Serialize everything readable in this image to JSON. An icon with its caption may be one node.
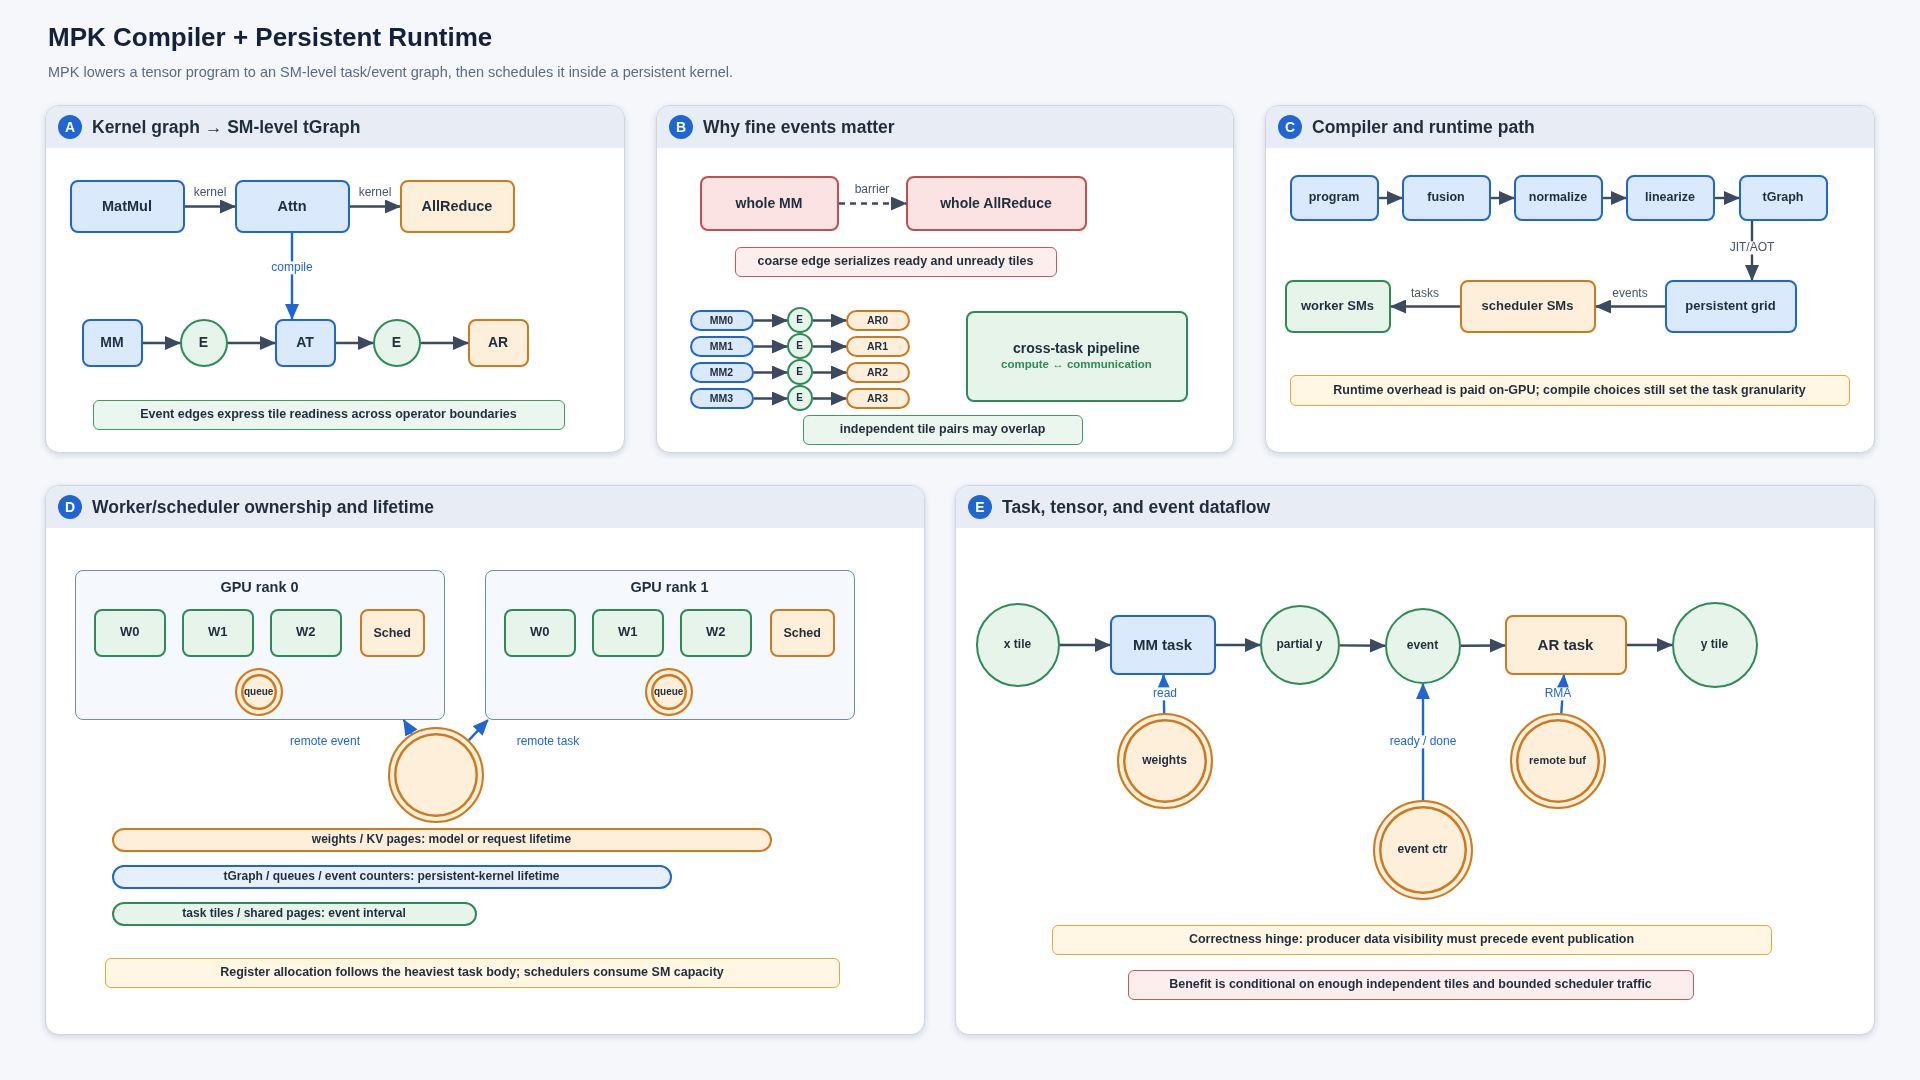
{
  "diagram": {
    "title": "MPK Compiler + Persistent Runtime",
    "nodes": [
      {
        "text": [
          "A",
          "Kernel graph → SM-level tGraph"
        ]
      },
      {
        "text": [
          "MatMul"
        ],
        "in": 0
      },
      {
        "text": [
          "Attn"
        ],
        "in": 0
      },
      {
        "text": [
          "AllReduce"
        ],
        "in": 0
      },
      {
        "text": [
          "MM"
        ],
        "in": 0
      },
      {
        "text": [
          "E"
        ],
        "in": 0
      },
      {
        "text": [
          "AT"
        ],
        "in": 0
      },
      {
        "text": [
          "E"
        ],
        "in": 0
      },
      {
        "text": [
          "AR"
        ],
        "in": 0
      },
      {
        "text": [
          "Event edges express tile readiness across operator boundaries"
        ],
        "in": 0
      },
      {
        "text": [
          "B",
          "Why fine events matter"
        ]
      },
      {
        "text": [
          "whole MM"
        ],
        "in": 10
      },
      {
        "text": [
          "whole AllReduce"
        ],
        "in": 10
      },
      {
        "text": [
          "coarse edge serializes ready and unready tiles"
        ],
        "in": 10
      },
      {
        "text": [
          "MM0"
        ],
        "in": 10
      },
      {
        "text": [
          "E"
        ],
        "in": 10
      },
      {
        "text": [
          "AR0"
        ],
        "in": 10
      },
      {
        "text": [
          "MM1"
        ],
        "in": 10
      },
      {
        "text": [
          "E"
        ],
        "in": 10
      },
      {
        "text": [
          "AR1"
        ],
        "in": 10
      },
      {
        "text": [
          "MM2"
        ],
        "in": 10
      },
      {
        "text": [
          "E"
        ],
        "in": 10
      },
      {
        "text": [
          "AR2"
        ],
        "in": 10
      },
      {
        "text": [
          "MM3"
        ],
        "in": 10
      },
      {
        "text": [
          "E"
        ],
        "in": 10
      },
      {
        "text": [
          "AR3"
        ],
        "in": 10
      },
      {
        "text": [
          "cross-task pipeline",
          "compute ↔ communication"
        ],
        "in": 10
      },
      {
        "text": [
          "independent tile pairs may overlap"
        ],
        "in": 10
      },
      {
        "text": [
          "C",
          "Compiler and runtime path"
        ]
      },
      {
        "text": [
          "program"
        ],
        "in": 28
      },
      {
        "text": [
          "fusion"
        ],
        "in": 28
      },
      {
        "text": [
          "normalize"
        ],
        "in": 28
      },
      {
        "text": [
          "linearize"
        ],
        "in": 28
      },
      {
        "text": [
          "tGraph"
        ],
        "in": 28
      },
      {
        "text": [
          "worker SMs"
        ],
        "in": 28
      },
      {
        "text": [
          "scheduler SMs"
        ],
        "in": 28
      },
      {
        "text": [
          "persistent grid"
        ],
        "in": 28
      },
      {
        "text": [
          "Runtime overhead is paid on-GPU; compile choices still set the task granularity"
        ],
        "in": 28
      },
      {
        "text": [
          "D",
          "Worker/scheduler ownership and lifetime"
        ]
      },
      {
        "text": [
          "GPU rank 0"
        ],
        "in": 38
      },
      {
        "text": [
          "W0"
        ],
        "in": 39
      },
      {
        "text": [
          "W1"
        ],
        "in": 39
      },
      {
        "text": [
          "W2"
        ],
        "in": 39
      },
      {
        "text": [
          "Sched"
        ],
        "in": 39
      },
      {
        "text": [
          "queue"
        ],
        "in": 39
      },
      {
        "text": [
          "GPU rank 1"
        ],
        "in": 38
      },
      {
        "text": [
          "W0"
        ],
        "in": 45
      },
      {
        "text": [
          "W1"
        ],
        "in": 45
      },
      {
        "text": [
          "W2"
        ],
        "in": 45
      },
      {
        "text": [
          "Sched"
        ],
        "in": 45
      },
      {
        "text": [
          "queue"
        ],
        "in": 45
      },
      {
        "text": [],
        "shape": "circle",
        "in": 38
      },
      {
        "text": [
          "weights / KV pages: model or request lifetime"
        ],
        "in": 38
      },
      {
        "text": [
          "tGraph / queues / event counters: persistent-kernel lifetime"
        ],
        "in": 38
      },
      {
        "text": [
          "task tiles / shared pages: event interval"
        ],
        "in": 38
      },
      {
        "text": [
          "Register allocation follows the heaviest task body; schedulers consume SM capacity"
        ],
        "in": 38
      },
      {
        "text": [
          "E",
          "Task, tensor, and event dataflow"
        ]
      },
      {
        "text": [
          "x tile"
        ],
        "in": 56
      },
      {
        "text": [
          "MM task"
        ],
        "in": 56
      },
      {
        "text": [
          "partial y"
        ],
        "in": 56
      },
      {
        "text": [
          "event"
        ],
        "in": 56
      },
      {
        "text": [
          "AR task"
        ],
        "in": 56
      },
      {
        "text": [
          "y tile"
        ],
        "in": 56
      },
      {
        "text": [
          "weights"
        ],
        "in": 56
      },
      {
        "text": [
          "event ctr"
        ],
        "in": 56
      },
      {
        "text": [
          "remote buf"
        ],
        "in": 56
      },
      {
        "text": [
          "Correctness hinge: producer data visibility must precede event publication"
        ],
        "in": 56
      },
      {
        "text": [
          "Benefit is conditional on enough independent tiles and bounded scheduler traffic"
        ],
        "in": 56
      }
    ],
    "edges": [
      {
        "from": 1,
        "to": 2,
        "arrow": "to",
        "label": "kernel"
      },
      {
        "from": 2,
        "to": 3,
        "arrow": "to",
        "label": "kernel"
      },
      {
        "from": 2,
        "to": 6,
        "arrow": "to",
        "label": "compile",
        "color": "#1f66d1"
      },
      {
        "from": 4,
        "to": 5,
        "arrow": "to"
      },
      {
        "from": 5,
        "to": 6,
        "arrow": "to"
      },
      {
        "from": 6,
        "to": 7,
        "arrow": "to"
      },
      {
        "from": 7,
        "to": 8,
        "arrow": "to"
      },
      {
        "from": 11,
        "to": 12,
        "arrow": "to",
        "label": "barrier",
        "style": "dashed"
      },
      {
        "from": 14,
        "to": 15,
        "arrow": "to"
      },
      {
        "from": 15,
        "to": 16,
        "arrow": "to"
      },
      {
        "from": 17,
        "to": 18,
        "arrow": "to"
      },
      {
        "from": 18,
        "to": 19,
        "arrow": "to"
      },
      {
        "from": 20,
        "to": 21,
        "arrow": "to"
      },
      {
        "from": 21,
        "to": 22,
        "arrow": "to"
      },
      {
        "from": 23,
        "to": 24,
        "arrow": "to"
      },
      {
        "from": 24,
        "to": 25,
        "arrow": "to"
      },
      {
        "from": 29,
        "to": 30,
        "arrow": "to"
      },
      {
        "from": 30,
        "to": 31,
        "arrow": "to"
      },
      {
        "from": 31,
        "to": 32,
        "arrow": "to"
      },
      {
        "from": 32,
        "to": 33,
        "arrow": "to"
      },
      {
        "from": 33,
        "to": 36,
        "arrow": "to",
        "label": "JIT/AOT"
      },
      {
        "from": 36,
        "to": 35,
        "arrow": "to",
        "label": "events"
      },
      {
        "from": 35,
        "to": 34,
        "arrow": "to",
        "label": "tasks"
      },
      {
        "from": 51,
        "to": 39,
        "arrow": "to",
        "label": "remote event",
        "color": "#1f66d1"
      },
      {
        "from": 51,
        "to": 45,
        "arrow": "to",
        "label": "remote task",
        "color": "#1f66d1"
      },
      {
        "from": 57,
        "to": 58,
        "arrow": "to"
      },
      {
        "from": 58,
        "to": 59,
        "arrow": "to"
      },
      {
        "from": 59,
        "to": 60,
        "arrow": "to"
      },
      {
        "from": 60,
        "to": 61,
        "arrow": "to"
      },
      {
        "from": 61,
        "to": 62,
        "arrow": "to"
      },
      {
        "from": 63,
        "to": 58,
        "arrow": "to",
        "label": "read",
        "color": "#1f66d1"
      },
      {
        "from": 64,
        "to": 60,
        "arrow": "to",
        "label": "ready / done",
        "color": "#1f66d1"
      },
      {
        "from": 65,
        "to": 61,
        "arrow": "to",
        "label": "RMA",
        "color": "#1f66d1"
      }
    ],
    "labels": [
      "MPK lowers a tensor program to an SM-level task/event graph, then schedules it inside a persistent kernel."
    ]
  }
}
